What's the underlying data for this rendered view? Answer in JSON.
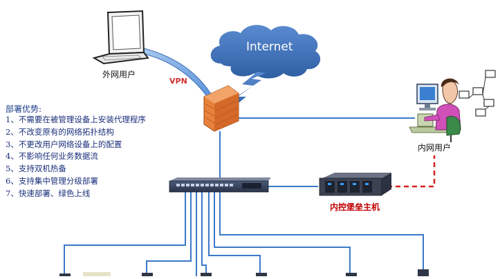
{
  "nodes": {
    "external_user": "外网用户",
    "internet": "Internet",
    "vpn": "VPN",
    "internal_user": "内网用户",
    "bastion_host": "内控堡垒主机"
  },
  "advantages": {
    "title": "部署优势:",
    "items": [
      "1、不需要在被管理设备上安装代理程序",
      "2、不改变原有的网络拓扑结构",
      "3、不更改用户网络设备上的配置",
      "4、不影响任何业务数据流",
      "5、支持双机热备",
      "6、支持集中管理分级部署",
      "7、快速部署、绿色上线"
    ]
  },
  "colors": {
    "link": "#3a78c9",
    "cloud": "#3f6fb4",
    "firewall": "#e8823a",
    "dashed_link": "#d42020"
  }
}
